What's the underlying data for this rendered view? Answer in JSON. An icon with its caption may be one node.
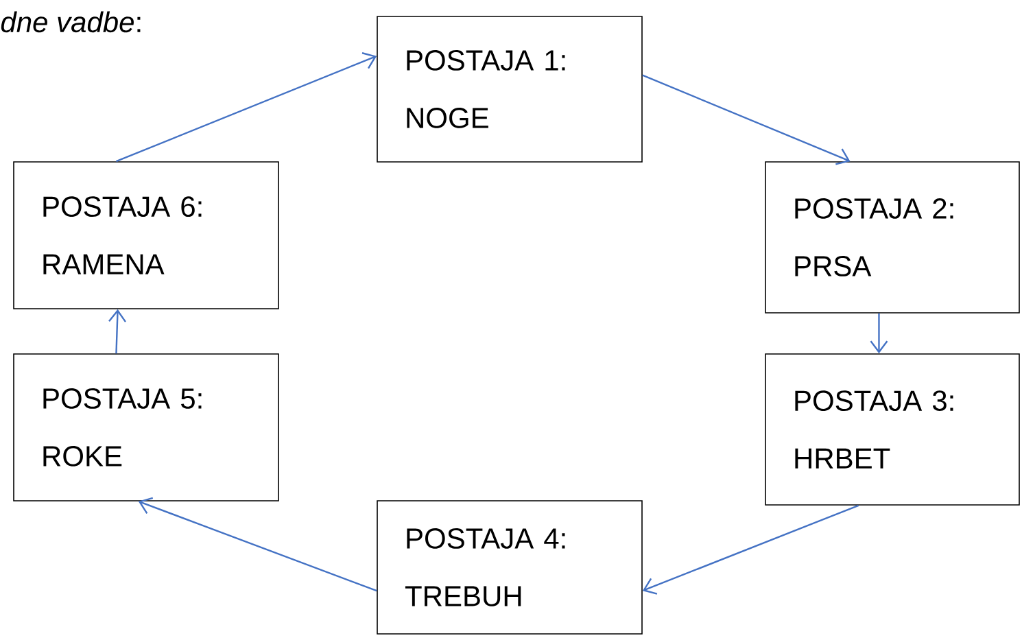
{
  "diagram": {
    "nodes": [
      {
        "text": [
          "POSTAJA 1: NOGE"
        ]
      },
      {
        "text": [
          "POSTAJA 2: PRSA"
        ]
      },
      {
        "text": [
          "POSTAJA 3: HRBET"
        ]
      },
      {
        "text": [
          "POSTAJA 4: TREBUH"
        ]
      },
      {
        "text": [
          "POSTAJA 5: ROKE"
        ]
      },
      {
        "text": [
          "POSTAJA 6: RAMENA"
        ]
      }
    ],
    "edges": [
      {
        "from": 5,
        "to": 0,
        "arrow": "to"
      },
      {
        "from": 0,
        "to": 1,
        "arrow": "to"
      },
      {
        "from": 1,
        "to": 2,
        "arrow": "to"
      },
      {
        "from": 2,
        "to": 3,
        "arrow": "to"
      },
      {
        "from": 3,
        "to": 4,
        "arrow": "to"
      },
      {
        "from": 4,
        "to": 5,
        "arrow": "to"
      }
    ],
    "labels": [
      "*dne vadbe*:"
    ]
  }
}
